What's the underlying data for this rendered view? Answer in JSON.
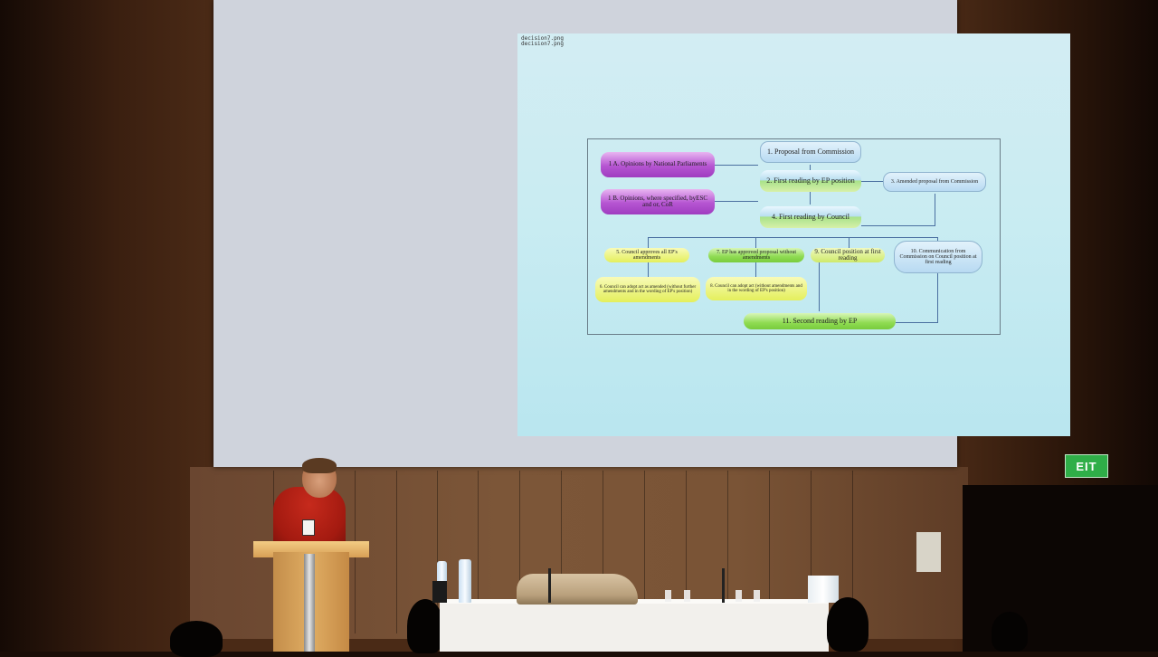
{
  "slide": {
    "filenames": [
      "decision7.png",
      "decision7.png"
    ],
    "nodes": {
      "n1": "1. Proposal from Commission",
      "n1a": "1 A. Opinions by National Parliaments",
      "n1b": "1 B. Opinions, where specified, byESC and or, CoR",
      "n2": "2. First reading by EP position",
      "n3": "3. Amended proposal from Commission",
      "n4": "4. First reading by Council",
      "n5": "5. Council approves all EP's amendments",
      "n6": "6. Council can adopt act as amended (without further amendments and in the wording of EP's position)",
      "n7": "7. EP has approved proposal without amendments",
      "n8": "8. Council can adopt act (without amendments and in the wording of EP's position)",
      "n9": "9. Council position at first reading",
      "n10": "10. Communication from Commission on Council position at first reading",
      "n11": "11. Second reading by EP"
    }
  },
  "room": {
    "exit_sign": "EIT"
  }
}
